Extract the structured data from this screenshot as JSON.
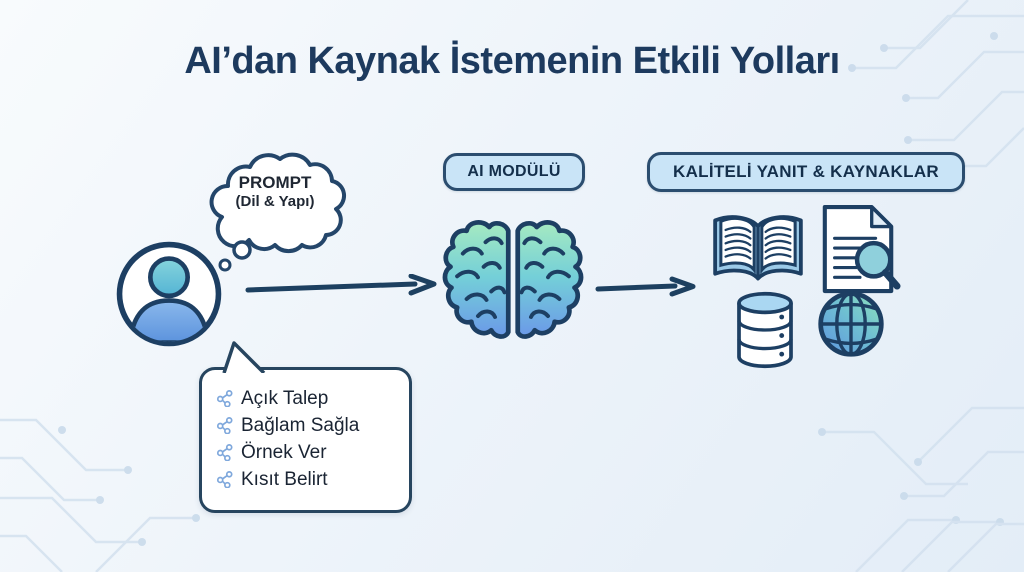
{
  "title": "AI’dan Kaynak İstemenin Etkili Yolları",
  "flow": {
    "user": {
      "icon": "person-icon"
    },
    "thought_bubble": {
      "line1": "PROMPT",
      "line2": "(Dil & Yapı)"
    },
    "prompt_tips": {
      "bullet_icon": "branch-icon",
      "items": [
        "Açık Talep",
        "Bağlam Sağla",
        "Örnek Ver",
        "Kısıt Belirt"
      ]
    },
    "stage_labels": {
      "ai_module": "AI MODÜLÜ",
      "output": "KALİTELİ YANIT & KAYNAKLAR"
    },
    "ai": {
      "icon": "brain-icon"
    },
    "outputs": {
      "icons": [
        "open-book-icon",
        "document-search-icon",
        "database-icon",
        "globe-icon"
      ]
    }
  },
  "colors": {
    "title_text": "#1d3a5e",
    "outline_navy": "#1d3f63",
    "badge_fill": "#c9e4f7",
    "badge_border": "#2b4d6f",
    "badge_text": "#142f4b",
    "bullet_blue": "#7fa8dc",
    "head_teal": "#6fc6da",
    "body_blue": "#6da0e4",
    "brain_green": "#a5eac1",
    "brain_blue": "#6b99e8",
    "circuit_trace": "#d3e1ef",
    "background_top": "#f8fbfd",
    "background_bottom": "#e3edf7"
  }
}
